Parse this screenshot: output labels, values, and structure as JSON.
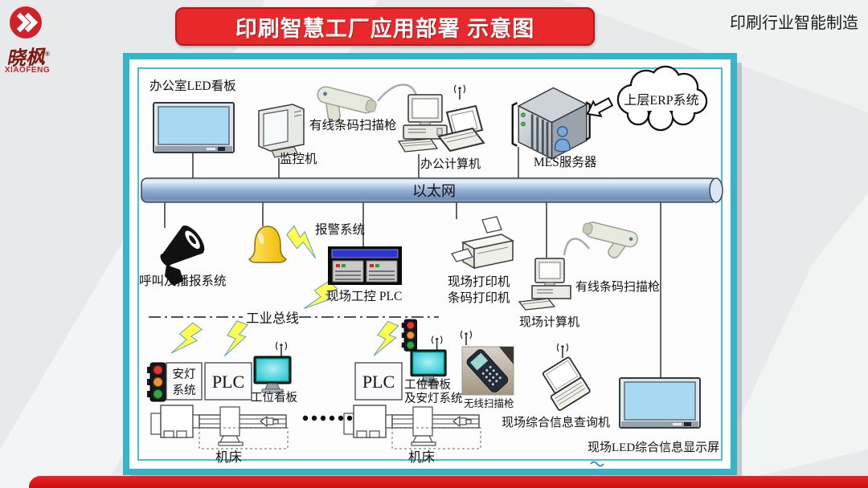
{
  "brand": {
    "name_cn": "晓枫",
    "reg": "®",
    "name_en": "XIAOFENG"
  },
  "header": {
    "title": "印刷智慧工厂应用部署 示意图",
    "subtitle_right": "印刷行业智能制造"
  },
  "diagram": {
    "ethernet": "以太网",
    "industrial_bus": "工业总线",
    "office_led_board": "办公室LED看板",
    "monitor_machine": "监控机",
    "wired_scanner_top": "有线条码扫描枪",
    "office_computer": "办公计算机",
    "mes_server": "MES服务器",
    "erp_cloud": "上层ERP系统",
    "call_broadcast": "呼叫及播报系统",
    "alarm_system": "报警系统",
    "scada_plc": "现场工控 PLC",
    "printer_line1": "现场打印机",
    "printer_line2": "条码打印机",
    "field_computer": "现场计算机",
    "wired_scanner_mid": "有线条码扫描枪",
    "andon_line1": "安灯",
    "andon_line2": "系统",
    "plc_left": "PLC",
    "station_board_left": "工位看板",
    "machine_left": "机床",
    "plc_right": "PLC",
    "station_board_right_line1": "工位看板",
    "station_board_right_line2": "及安灯系统",
    "machine_right": "机床",
    "wireless_scanner": "无线扫描枪",
    "query_machine": "现场综合信息查询机",
    "led_display": "现场LED综合信息显示屏"
  }
}
